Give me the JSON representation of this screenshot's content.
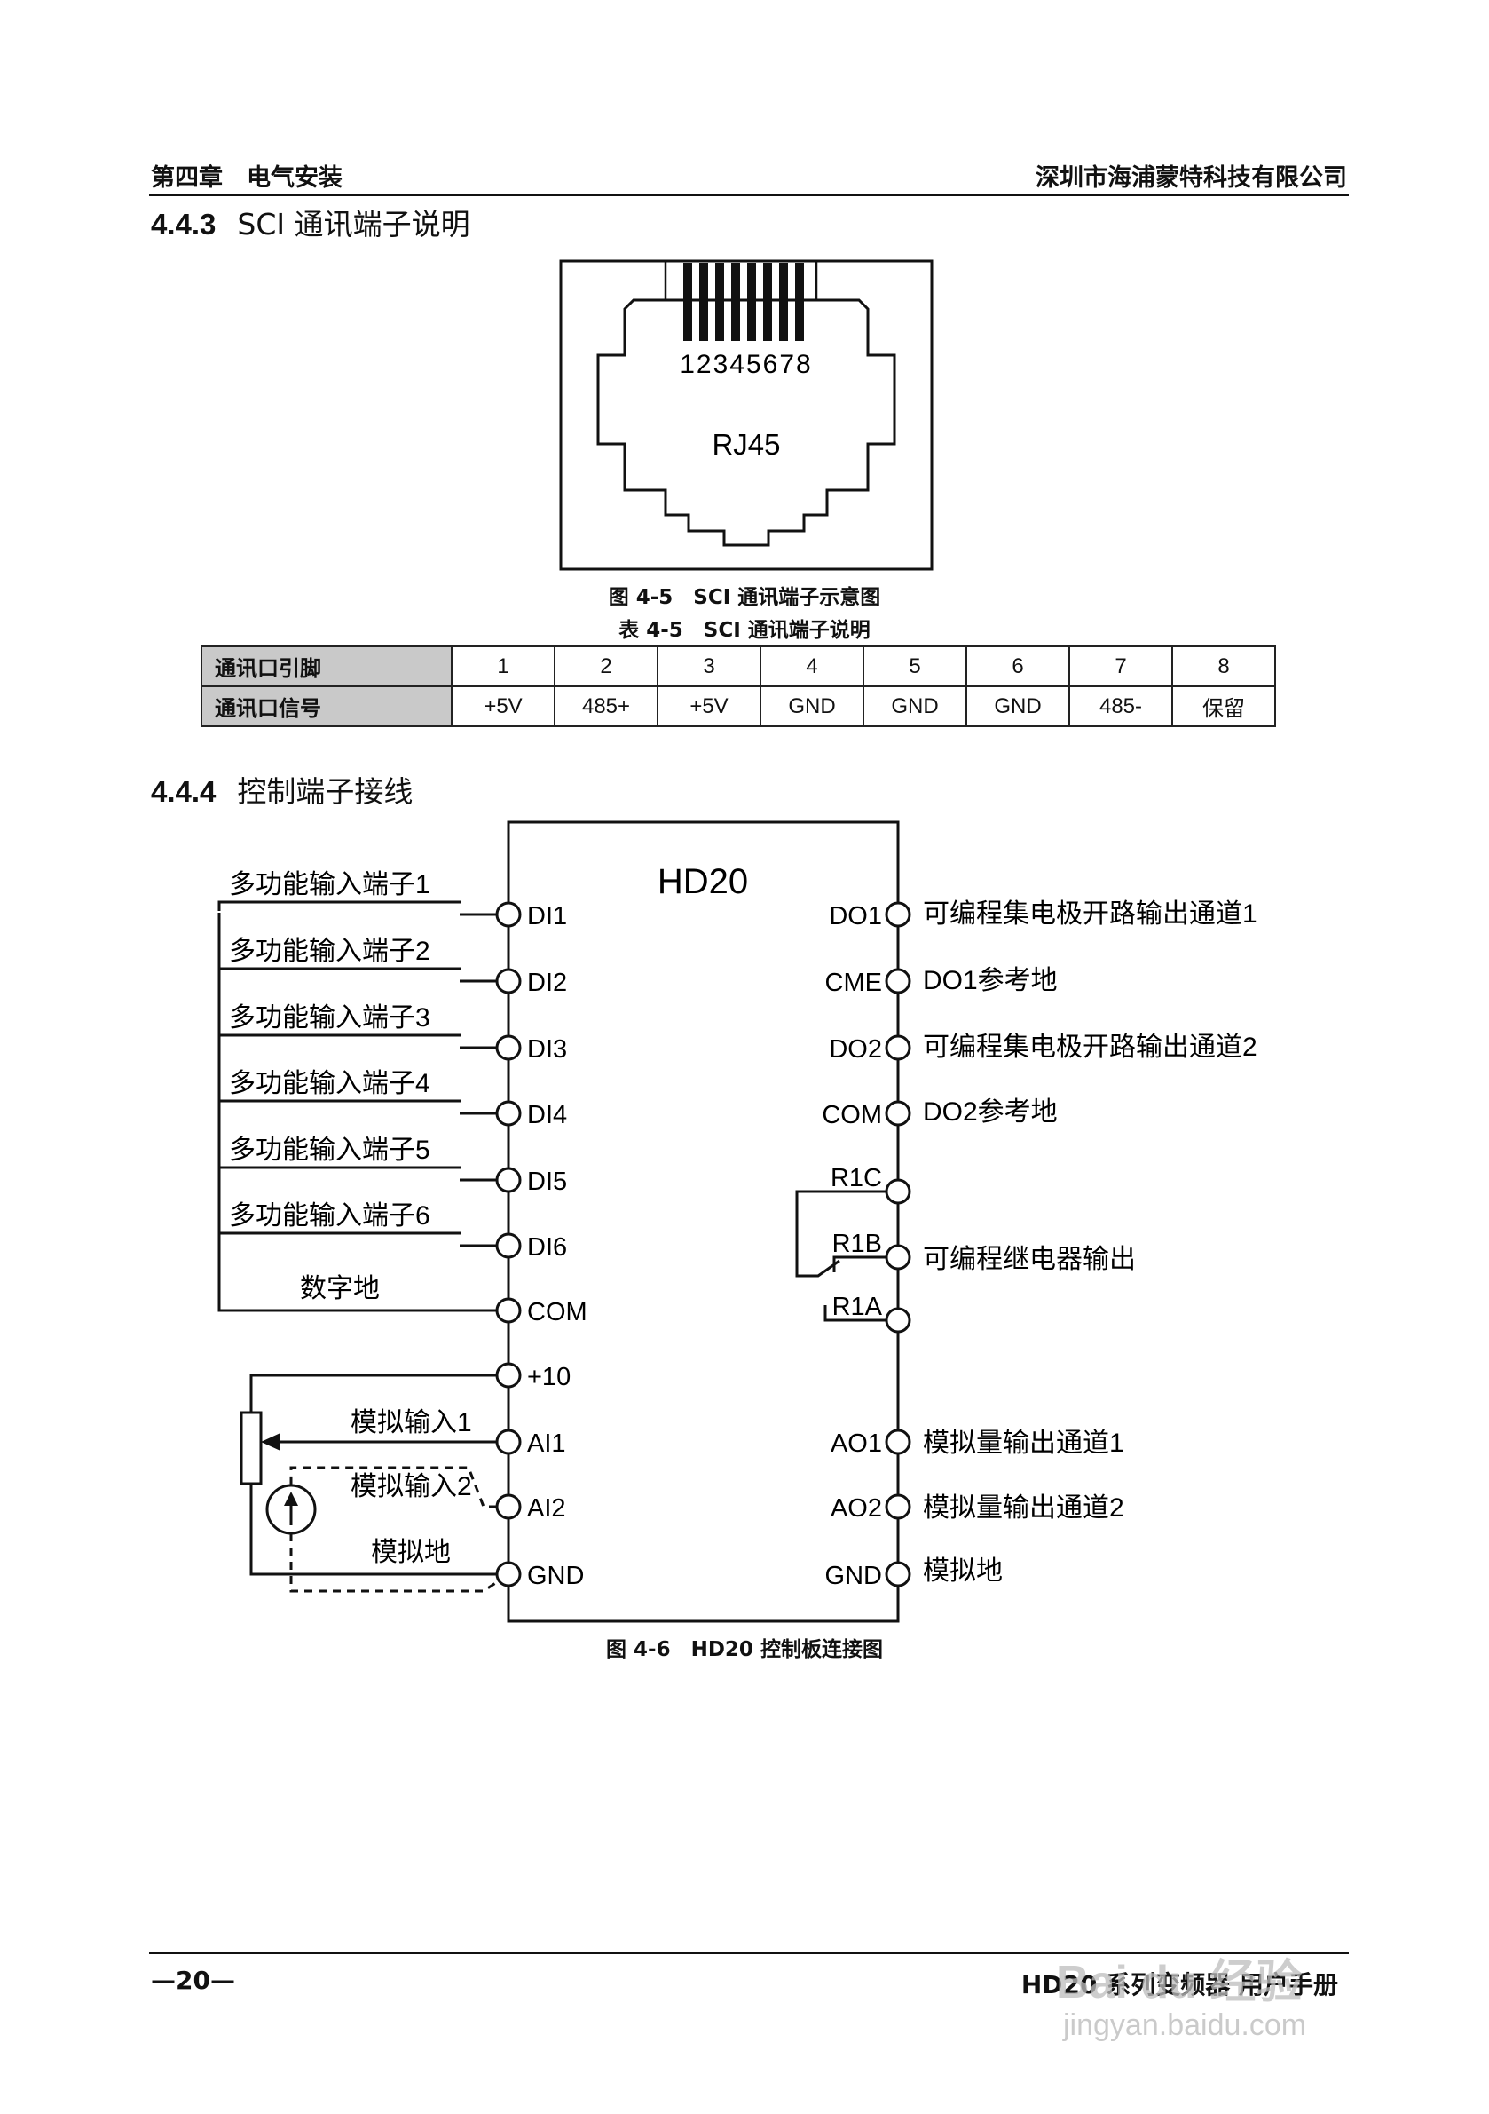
{
  "header": {
    "chapter": "第四章　电气安装",
    "company": "深圳市海浦蒙特科技有限公司"
  },
  "section1": {
    "number": "4.4.3",
    "title": "SCI 通讯端子说明"
  },
  "rj45": {
    "pins": "12345678",
    "label": "RJ45"
  },
  "figure1_caption": "图 4-5　SCI 通讯端子示意图",
  "table_caption": "表 4-5　SCI 通讯端子说明",
  "sci_table": {
    "row1_header": "通讯口引脚",
    "row1": [
      "1",
      "2",
      "3",
      "4",
      "5",
      "6",
      "7",
      "8"
    ],
    "row2_header": "通讯口信号",
    "row2": [
      "+5V",
      "485+",
      "+5V",
      "GND",
      "GND",
      "GND",
      "485-",
      "保留"
    ]
  },
  "section2": {
    "number": "4.4.4",
    "title": "控制端子接线"
  },
  "diagram": {
    "board_label": "HD20",
    "left_inputs": [
      "多功能输入端子1",
      "多功能输入端子2",
      "多功能输入端子3",
      "多功能输入端子4",
      "多功能输入端子5",
      "多功能输入端子6"
    ],
    "left_terminals": [
      "DI1",
      "DI2",
      "DI3",
      "DI4",
      "DI5",
      "DI6",
      "COM",
      "+10",
      "AI1",
      "AI2",
      "GND"
    ],
    "digital_ground": "数字地",
    "analog_input1": "模拟输入1",
    "analog_input2": "模拟输入2",
    "analog_ground_left": "模拟地",
    "right_terminals": [
      "DO1",
      "CME",
      "DO2",
      "COM",
      "R1C",
      "R1B",
      "R1A",
      "AO1",
      "AO2",
      "GND"
    ],
    "right_labels": {
      "do1": "可编程集电极开路输出通道1",
      "cme": "DO1参考地",
      "do2": "可编程集电极开路输出通道2",
      "com": "DO2参考地",
      "relay": "可编程继电器输出",
      "ao1": "模拟量输出通道1",
      "ao2": "模拟量输出通道2",
      "gnd": "模拟地"
    }
  },
  "figure2_caption": "图 4-6　HD20 控制板连接图",
  "footer": {
    "page": "—20—",
    "manual": "HD20 系列变频器 用户手册"
  },
  "watermark": {
    "line1": "Bai du 经验",
    "line2": "jingyan.baidu.com"
  }
}
